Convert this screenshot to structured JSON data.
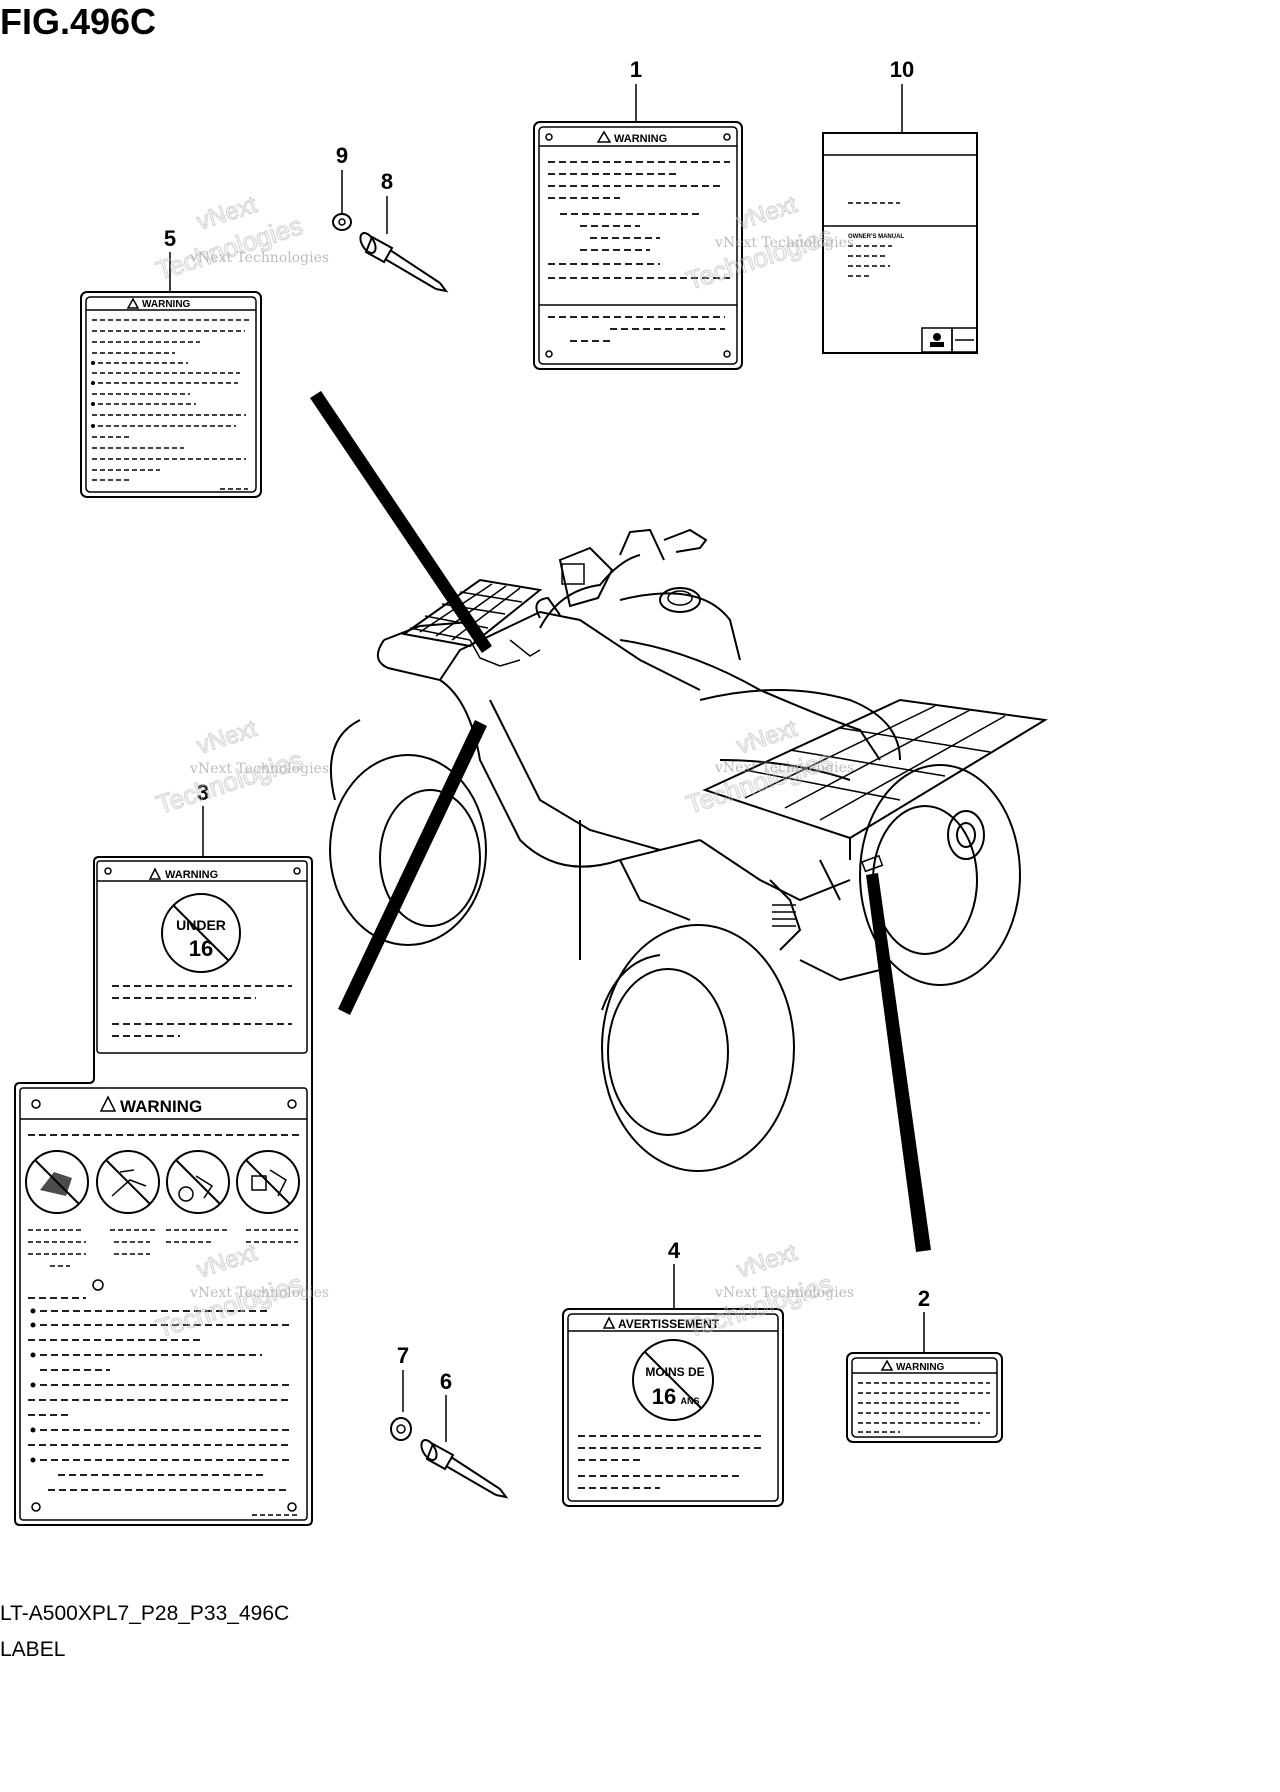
{
  "figure": {
    "title": "FIG.496C",
    "code": "LT-A500XPL7_P28_P33_496C",
    "name": "LABEL"
  },
  "callouts": [
    "1",
    "2",
    "3",
    "4",
    "5",
    "6",
    "7",
    "8",
    "9",
    "10"
  ],
  "labels": {
    "warning": "WARNING",
    "avertissement": "AVERTISSEMENT",
    "under": "UNDER",
    "sixteen": "16",
    "moins_de": "MOINS DE",
    "ans": "ANS",
    "owners_manual": "OWNER'S MANUAL"
  },
  "watermark": {
    "company": "vNext Technologies",
    "line1": "vNext",
    "line2": "Technologies"
  }
}
